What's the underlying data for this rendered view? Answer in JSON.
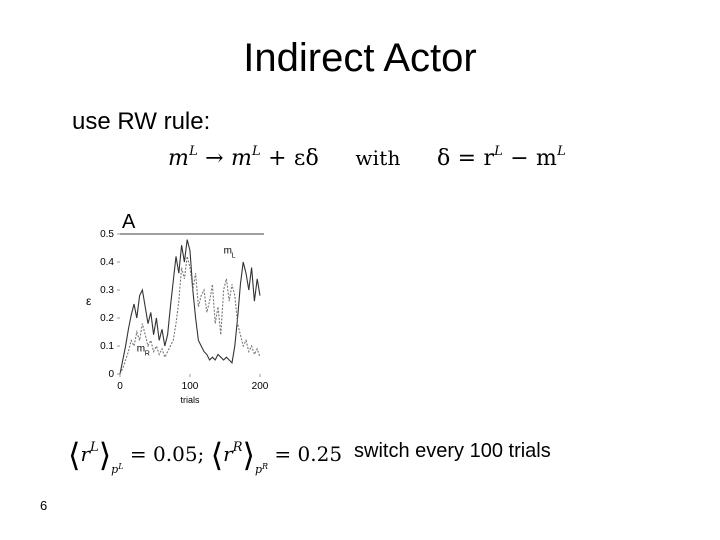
{
  "slide": {
    "title": "Indirect Actor",
    "bullet": "use RW rule:",
    "update_rule": {
      "lhs": "m",
      "lhs_sup": "L",
      "arrow": "→",
      "rhs_m": "m",
      "rhs_sup": "L",
      "plus": "+ εδ",
      "with": "with",
      "delta_lhs": "δ = r",
      "delta_r_sup": "L",
      "minus": "− m",
      "delta_m_sup": "L"
    },
    "rewards": {
      "r1": "r",
      "r1_sup": "L",
      "p1": "p",
      "p1_sup": "L",
      "v1": "= 0.05;",
      "r2": "r",
      "r2_sup": "R",
      "p2": "p",
      "p2_sup": "R",
      "v2": "= 0.25"
    },
    "note": "switch every 100 trials",
    "slide_number": "6"
  },
  "chart_data": {
    "type": "line",
    "panel_label": "A",
    "xlabel": "trials",
    "ylabel": "ε",
    "xlim": [
      0,
      200
    ],
    "ylim": [
      0,
      0.5
    ],
    "x_ticks": [
      "0",
      "100",
      "200"
    ],
    "y_ticks": [
      "0",
      "0.1",
      "0.2",
      "0.3",
      "0.4",
      "0.5"
    ],
    "x_tick_values": [
      0,
      100,
      200
    ],
    "y_tick_values": [
      0,
      0.1,
      0.2,
      0.3,
      0.4,
      0.5
    ],
    "series": [
      {
        "name": "mL",
        "label": "m",
        "label_sub": "L",
        "label_x": 148,
        "label_y": 0.43,
        "x": [
          0,
          4,
          8,
          12,
          16,
          20,
          24,
          28,
          32,
          36,
          40,
          44,
          48,
          52,
          56,
          60,
          64,
          68,
          72,
          76,
          80,
          84,
          88,
          92,
          96,
          100,
          104,
          108,
          112,
          116,
          120,
          124,
          128,
          132,
          136,
          140,
          144,
          148,
          152,
          156,
          160,
          164,
          168,
          172,
          176,
          180,
          184,
          188,
          192,
          196,
          200
        ],
        "y": [
          0.0,
          0.05,
          0.1,
          0.16,
          0.21,
          0.25,
          0.2,
          0.28,
          0.3,
          0.24,
          0.18,
          0.22,
          0.14,
          0.2,
          0.12,
          0.16,
          0.1,
          0.14,
          0.24,
          0.33,
          0.42,
          0.36,
          0.46,
          0.4,
          0.48,
          0.44,
          0.3,
          0.2,
          0.12,
          0.1,
          0.08,
          0.07,
          0.05,
          0.06,
          0.05,
          0.07,
          0.06,
          0.05,
          0.06,
          0.05,
          0.04,
          0.1,
          0.2,
          0.32,
          0.4,
          0.36,
          0.3,
          0.38,
          0.26,
          0.34,
          0.28
        ]
      },
      {
        "name": "mR",
        "label": "m",
        "label_sub": "R",
        "label_x": 24,
        "label_y": 0.08,
        "x": [
          0,
          4,
          8,
          12,
          16,
          20,
          24,
          28,
          32,
          36,
          40,
          44,
          48,
          52,
          56,
          60,
          64,
          68,
          72,
          76,
          80,
          84,
          88,
          92,
          96,
          100,
          104,
          108,
          112,
          116,
          120,
          124,
          128,
          132,
          136,
          140,
          144,
          148,
          152,
          156,
          160,
          164,
          168,
          172,
          176,
          180,
          184,
          188,
          192,
          196,
          200
        ],
        "y": [
          0.0,
          0.02,
          0.05,
          0.08,
          0.12,
          0.1,
          0.15,
          0.12,
          0.18,
          0.14,
          0.1,
          0.12,
          0.08,
          0.1,
          0.07,
          0.09,
          0.06,
          0.08,
          0.1,
          0.12,
          0.18,
          0.26,
          0.38,
          0.34,
          0.42,
          0.38,
          0.3,
          0.36,
          0.24,
          0.28,
          0.3,
          0.22,
          0.26,
          0.32,
          0.18,
          0.24,
          0.14,
          0.3,
          0.34,
          0.26,
          0.32,
          0.28,
          0.18,
          0.14,
          0.1,
          0.12,
          0.08,
          0.1,
          0.07,
          0.09,
          0.06
        ]
      }
    ]
  }
}
